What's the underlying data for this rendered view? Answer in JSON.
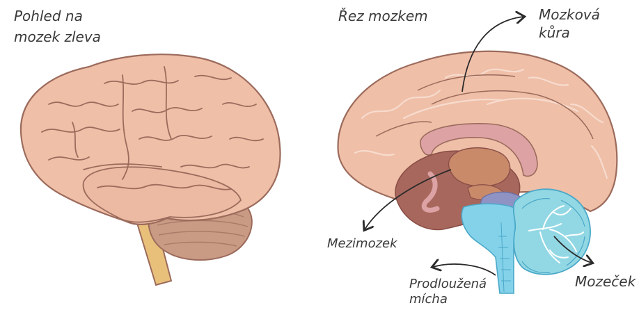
{
  "left_panel": {
    "title_line1": "Pohled na",
    "title_line2": "mozek zleva"
  },
  "right_panel": {
    "title": "Řez mozkem",
    "labels": {
      "cortex_line1": "Mozková",
      "cortex_line2": "kůra",
      "diencephalon": "Mezimozek",
      "medulla_line1": "Prodloužená",
      "medulla_line2": "mícha",
      "cerebellum": "Mozeček"
    }
  },
  "colors": {
    "cortex": "#efbfa8",
    "cortex_outline": "#9c6b5c",
    "cerebellum_left": "#c99a84",
    "brainstem_left": "#e8c07a",
    "diencephalon": "#a8675d",
    "corpus_callosum": "#dca2a4",
    "thalamus": "#c98a6a",
    "brainstem_section": "#84d2ea",
    "cerebellum_section": "#92d8e4",
    "pons": "#8f93c4",
    "arrow": "#2b2b2b"
  }
}
